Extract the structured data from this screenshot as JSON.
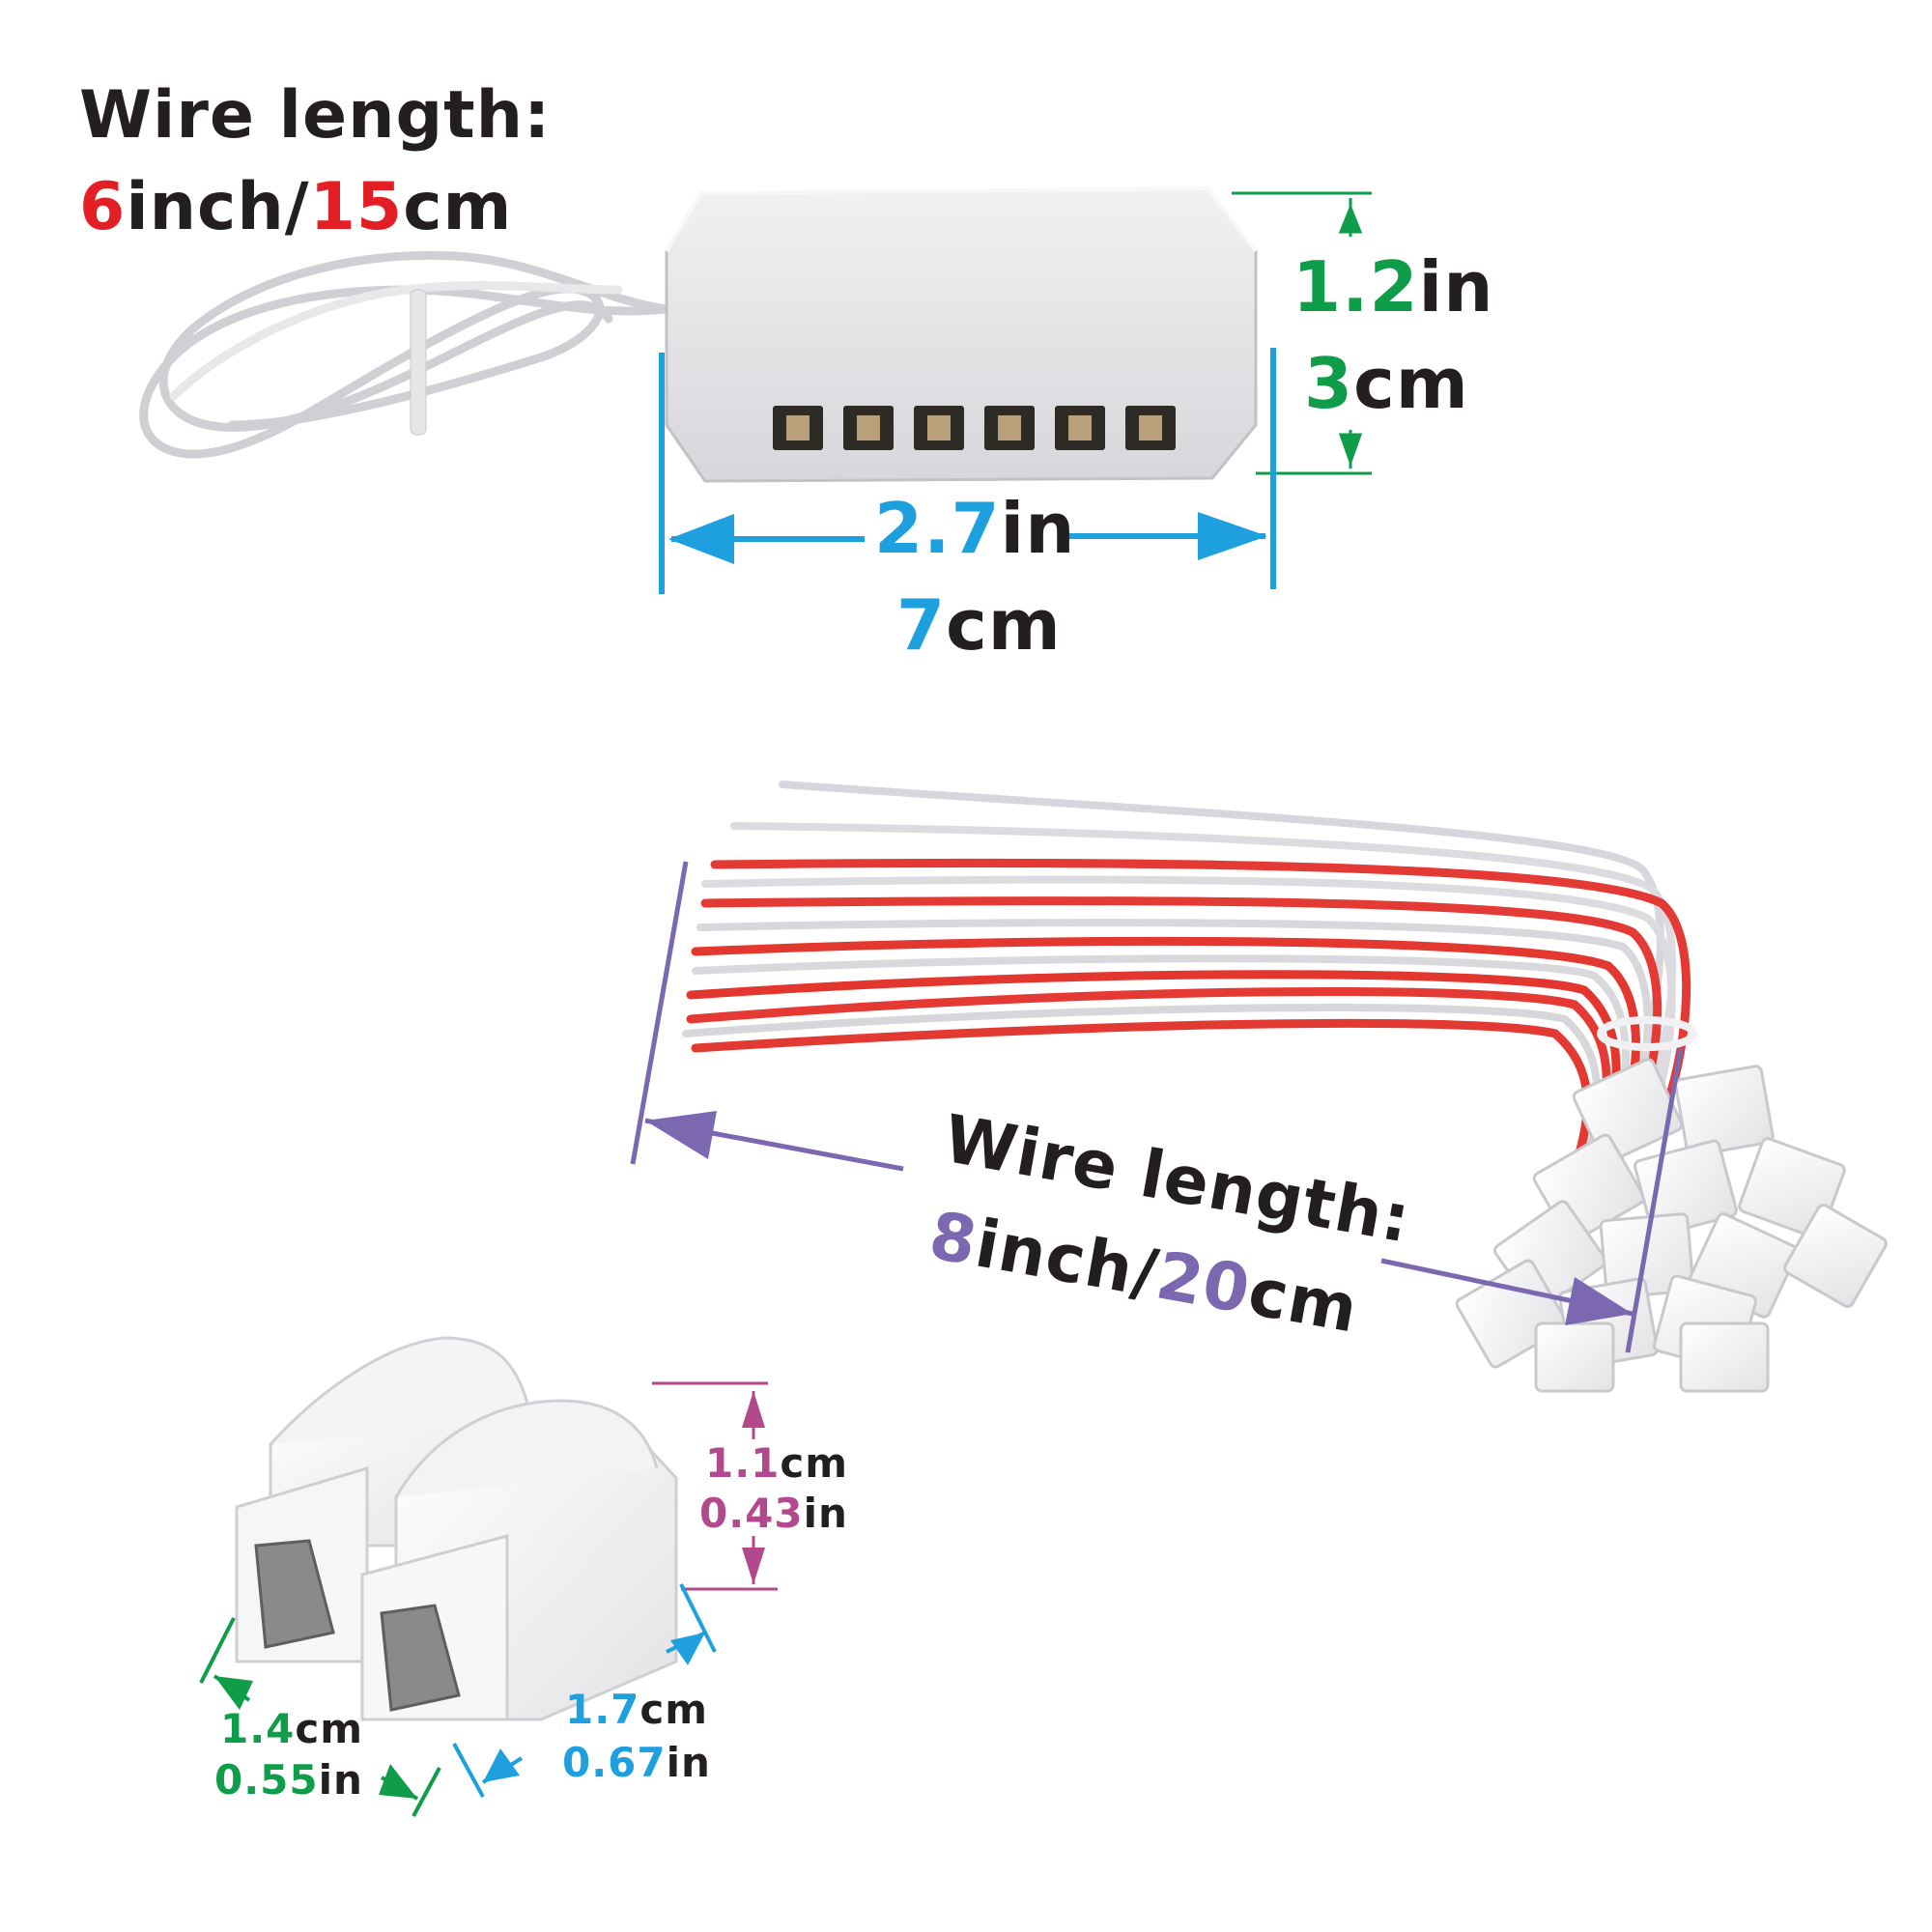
{
  "colors": {
    "red": "#e31e24",
    "green": "#0f9d4a",
    "blue": "#1ea0df",
    "purple": "#7b68b0",
    "magenta": "#b2498c",
    "text": "#231f20"
  },
  "splitter": {
    "wire_label": "Wire length:",
    "wire_in": "6",
    "wire_in_unit": "inch/",
    "wire_cm": "15",
    "wire_cm_unit": "cm",
    "height_in": "1.2",
    "height_in_unit": "in",
    "height_cm": "3",
    "height_cm_unit": "cm",
    "width_in": "2.7",
    "width_in_unit": "in",
    "width_cm": "7",
    "width_cm_unit": "cm"
  },
  "cable": {
    "wire_label": "Wire length:",
    "wire_in": "8",
    "wire_in_unit": "inch/",
    "wire_cm": "20",
    "wire_cm_unit": "cm"
  },
  "connector": {
    "height_cm": "1.1",
    "height_cm_unit": "cm",
    "height_in": "0.43",
    "height_in_unit": "in",
    "depth_cm": "1.7",
    "depth_cm_unit": "cm",
    "depth_in": "0.67",
    "depth_in_unit": "in",
    "width_cm": "1.4",
    "width_cm_unit": "cm",
    "width_in": "0.55",
    "width_in_unit": "in"
  }
}
